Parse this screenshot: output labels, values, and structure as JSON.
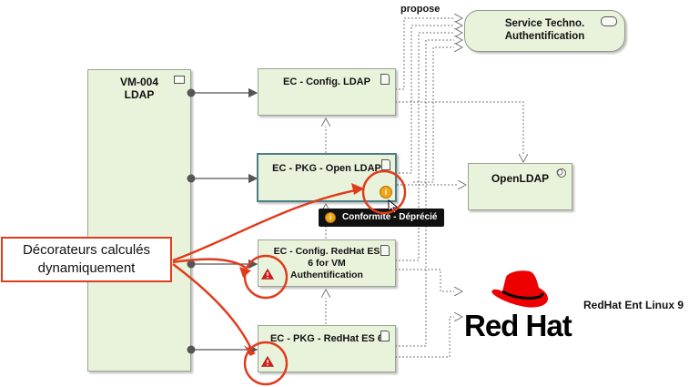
{
  "diagram": {
    "edge_label_propose": "propose",
    "nodes": {
      "vm": {
        "title_line1": "VM-004",
        "title_line2": "LDAP",
        "icon": "vm-icon"
      },
      "config_ldap": {
        "title": "EC - Config. LDAP",
        "icon": "document-icon"
      },
      "pkg_ldap": {
        "title": "EC - PKG - Open LDAP",
        "icon": "document-icon"
      },
      "config_redhat": {
        "title_line1": "EC - Config. RedHat ES",
        "title_line2": "6 for VM",
        "title_line3": "Authentification",
        "icon": "document-icon"
      },
      "pkg_redhat": {
        "title": "EC - PKG - RedHat ES 6",
        "icon": "document-icon"
      },
      "service": {
        "title_line1": "Service Techno.",
        "title_line2": "Authentification",
        "icon": "service-icon"
      },
      "openldap": {
        "title": "OpenLDAP",
        "icon": "component-icon"
      }
    },
    "tooltip": {
      "text": "Conformité - Déprécié",
      "icon": "info-icon"
    },
    "redhat": {
      "label": "RedHat Ent Linux 9",
      "logo_text": "Red Hat",
      "logo_color": "#ee0000"
    },
    "annotation": {
      "line1": "Décorateurs calculés",
      "line2": "dynamiquement",
      "color": "#e03b1b"
    },
    "badges": {
      "info_symbol": "i",
      "warning_color": "#d6201b",
      "info_color": "#f0a418"
    }
  }
}
